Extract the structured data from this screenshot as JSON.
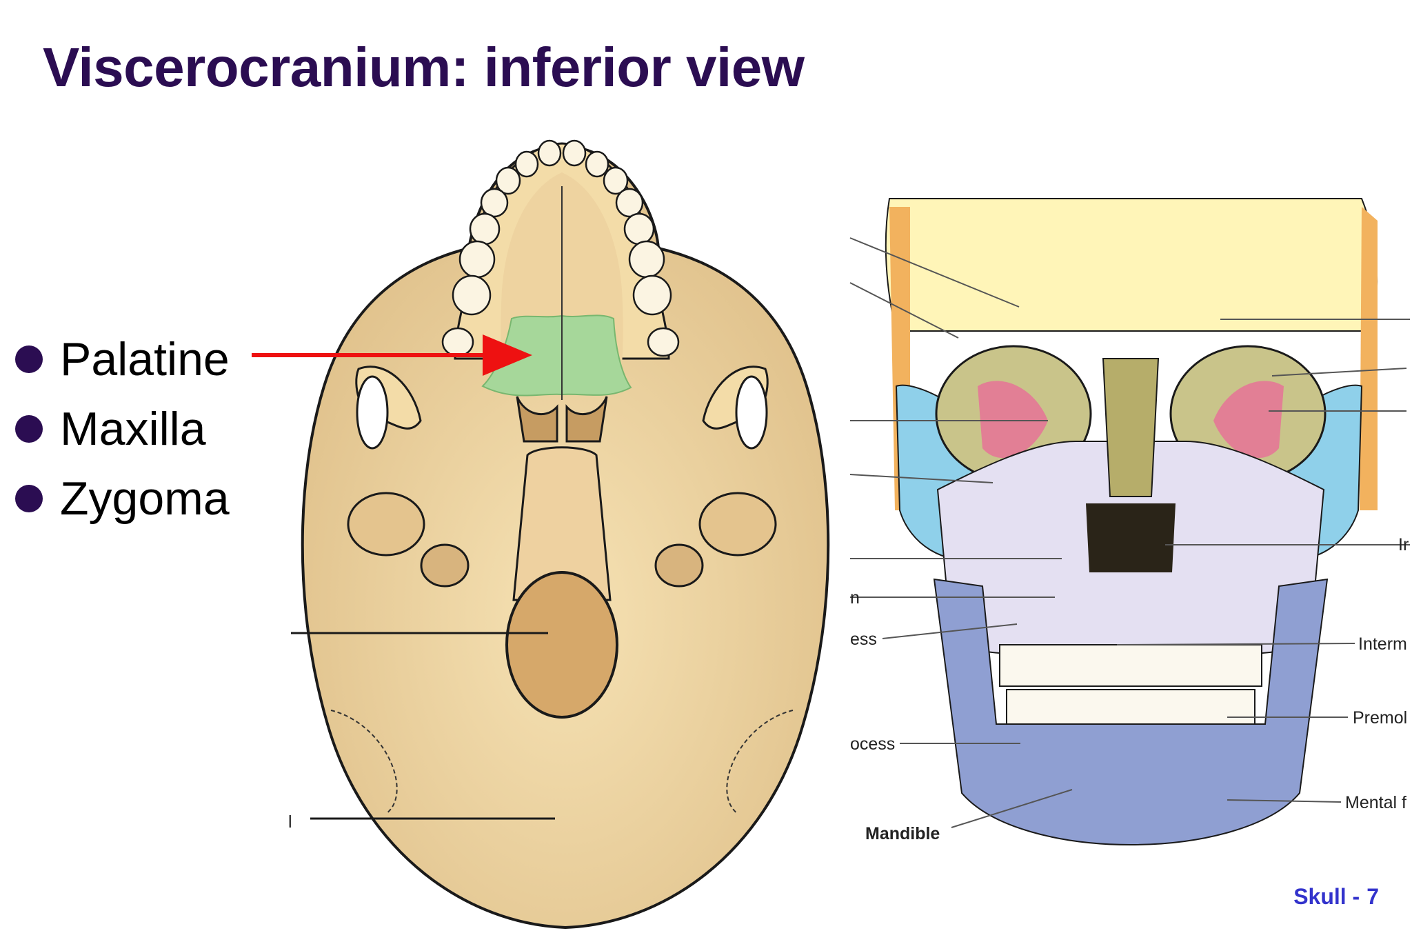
{
  "slide": {
    "title": "Viscerocranium: inferior view",
    "bullets": [
      "Palatine",
      "Maxilla",
      "Zygoma"
    ],
    "footer_label": "Skull -",
    "footer_number": "7"
  },
  "figure_inferior": {
    "labels": [
      "l"
    ]
  },
  "figure_anterior": {
    "labels": [
      "Mandible",
      "ess",
      "ocess",
      "n",
      "Ir",
      "Interm",
      "Premol",
      "Mental f"
    ]
  },
  "colors": {
    "title": "#2b0d52",
    "bullet": "#2b0d52",
    "footer": "#3333cc",
    "arrow": "#ee1111",
    "bone": "#ecd4a0",
    "palatine_highlight": "#9fd89a",
    "frontal": "#fff5b8",
    "maxilla": "#e4e0f2",
    "zygomatic": "#8fd0ea",
    "mandible": "#8f9fd2"
  }
}
